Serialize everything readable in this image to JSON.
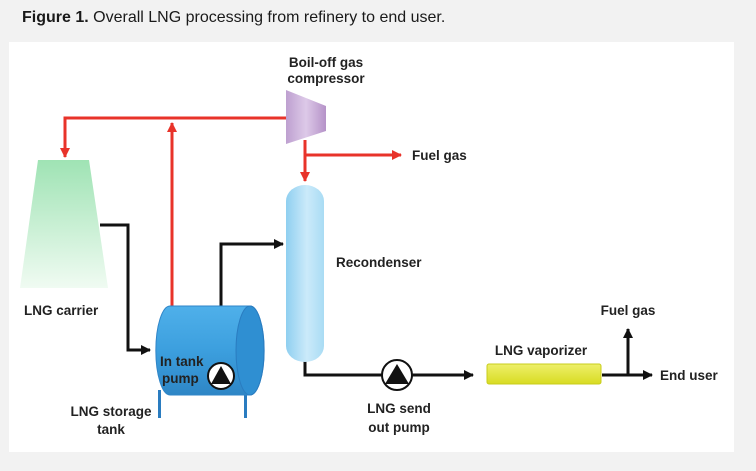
{
  "caption": {
    "label": "Figure 1.",
    "text": "Overall LNG processing from refinery to end user."
  },
  "labels": {
    "boiloff_line1": "Boil-off gas",
    "boiloff_line2": "compressor",
    "fuel_gas_top": "Fuel gas",
    "recondenser": "Recondenser",
    "lng_carrier": "LNG carrier",
    "in_tank_line1": "In tank",
    "in_tank_line2": "pump",
    "storage_line1": "LNG storage",
    "storage_line2": "tank",
    "sendout_line1": "LNG send",
    "sendout_line2": "out pump",
    "vaporizer": "LNG vaporizer",
    "fuel_gas_right": "Fuel gas",
    "end_user": "End user"
  },
  "colors": {
    "gas_line": "#e8332a",
    "liquid_line": "#111111",
    "carrier_top": "#9fe3b4",
    "carrier_bottom": "#ecfaef",
    "compressor": "#c7a6d6",
    "recondenser": "#9fd6f2",
    "tank": "#3fa3e0",
    "vaporizer": "#e6ea3c"
  }
}
